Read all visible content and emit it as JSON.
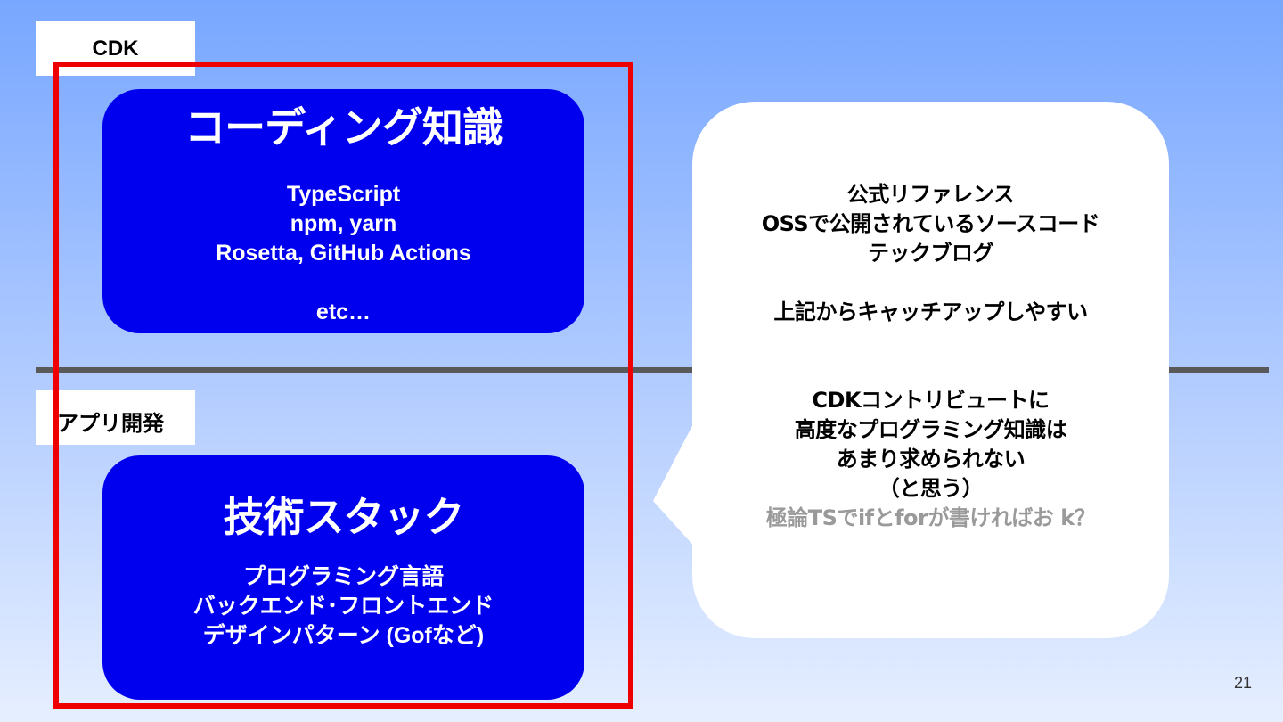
{
  "slide": {
    "page_number": "21"
  },
  "cdk_label": "CDK",
  "app_label": "アプリ開発",
  "coding_box": {
    "title": "コーディング知識",
    "lines": [
      "TypeScript",
      "npm, yarn",
      "Rosetta, GitHub Actions",
      "",
      "etc…"
    ]
  },
  "stack_box": {
    "title": "技術スタック",
    "lines": [
      "プログラミング言語",
      "バックエンド･フロントエンド",
      "デザインパターン (Gofなど)"
    ]
  },
  "bubble": {
    "refs": [
      "公式リファレンス",
      "OSSで公開されているソースコード",
      "テックブログ"
    ],
    "catchup": "上記からキャッチアップしやすい",
    "opinion": [
      "CDKコントリビュートに",
      "高度なプログラミング知識は",
      "あまり求められない",
      "（と思う）"
    ],
    "extreme": "極論TSでifとforが書ければお k？"
  },
  "colors": {
    "accent_blue": "#0000ee",
    "frame_red": "#ee0000",
    "divider_gray": "#595959",
    "muted_text": "#9a9a9a"
  }
}
